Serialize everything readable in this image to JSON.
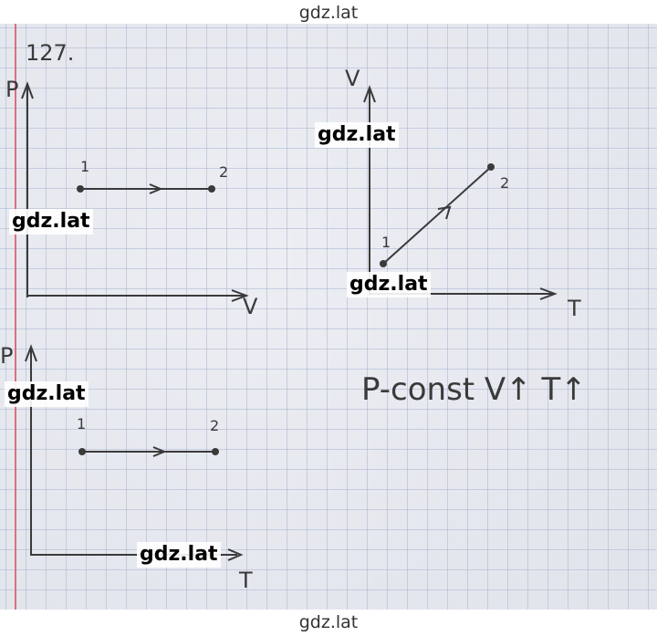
{
  "watermark": {
    "header": "gdz.lat",
    "footer": "gdz.lat",
    "overlays": [
      "gdz.lat",
      "gdz.lat",
      "gdz.lat",
      "gdz.lat",
      "gdz.lat"
    ]
  },
  "problem_number": "127.",
  "graph_pv": {
    "y_axis": "P",
    "x_axis": "V",
    "point_start": "1",
    "point_end": "2"
  },
  "graph_vt": {
    "y_axis": "V",
    "x_axis": "T",
    "point_start": "1",
    "point_end": "2"
  },
  "graph_pt": {
    "y_axis": "P",
    "x_axis": "T",
    "point_start": "1",
    "point_end": "2"
  },
  "conclusion": "P-const V↑ T↑",
  "colors": {
    "ink": "#3a3a3a",
    "margin": "#d95a6a",
    "grid": "#96a5c8"
  }
}
